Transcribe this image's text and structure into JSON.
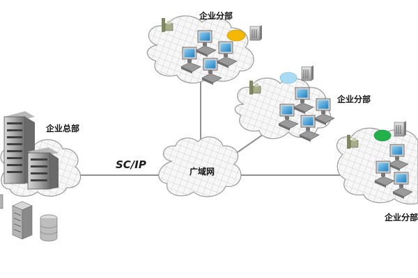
{
  "diagram": {
    "labels": {
      "branch_top": "企业分部",
      "branch_mid": "企业分部",
      "branch_right": "企业分部",
      "headquarters": "企业总部",
      "wan": "广域网",
      "protocol": "SC/IP"
    },
    "status_colors": {
      "branch_top": "#f5b800",
      "branch_mid": "#a8dcf5",
      "branch_right": "#22b24c"
    },
    "icons": [
      "server-tower-icon",
      "workstation-icon",
      "printer-icon",
      "office-building-icon",
      "database-icon",
      "rack-server-icon",
      "status-light-icon"
    ]
  }
}
